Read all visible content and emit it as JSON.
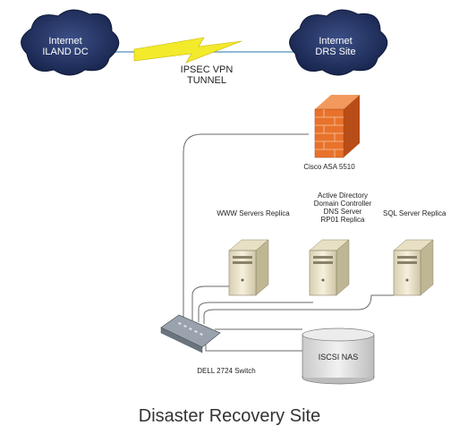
{
  "clouds": {
    "left": {
      "line1": "Internet",
      "line2": "ILAND DC"
    },
    "right": {
      "line1": "Internet",
      "line2": "DRS Site"
    }
  },
  "tunnel": {
    "line1": "IPSEC VPN",
    "line2": "TUNNEL"
  },
  "firewall": {
    "label": "Cisco ASA 5510"
  },
  "servers": {
    "www": {
      "label": "WWW Servers Replica"
    },
    "ad": {
      "line1": "Active Directory",
      "line2": "Domain Controller",
      "line3": "DNS Server",
      "line4": "RP01 Replica"
    },
    "sql": {
      "label": "SQL Server Replica"
    }
  },
  "switch": {
    "label": "DELL 2724 Switch"
  },
  "nas": {
    "label": "ISCSI NAS"
  },
  "caption": "Disaster Recovery Site",
  "colors": {
    "cloud": "#1f2f5e",
    "firewall": "#e8722b",
    "bolt": "#f2ea2a",
    "server": "#f0e8cf",
    "line": "#555555"
  }
}
